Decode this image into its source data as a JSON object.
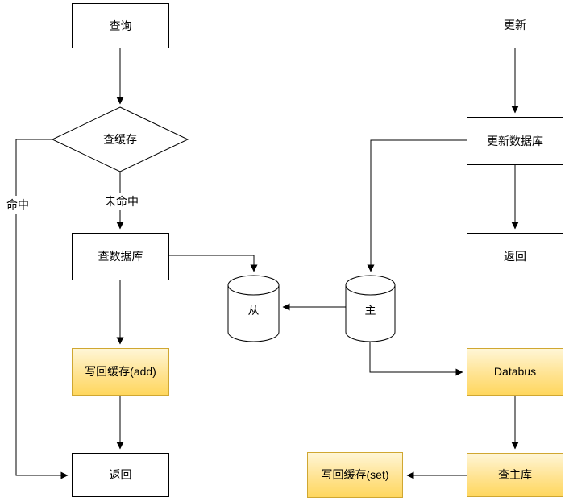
{
  "nodes": {
    "query": {
      "label": "查询"
    },
    "check_cache": {
      "label": "查缓存"
    },
    "query_db": {
      "label": "查数据库"
    },
    "writeback_add": {
      "label": "写回缓存(add)"
    },
    "return_left": {
      "label": "返回"
    },
    "update": {
      "label": "更新"
    },
    "update_db": {
      "label": "更新数据库"
    },
    "return_right": {
      "label": "返回"
    },
    "databus": {
      "label": "Databus"
    },
    "query_master": {
      "label": "查主库"
    },
    "writeback_set": {
      "label": "写回缓存(set)"
    },
    "slave_db": {
      "label": "从"
    },
    "master_db": {
      "label": "主"
    }
  },
  "edge_labels": {
    "hit": "命中",
    "miss": "未命中"
  },
  "colors": {
    "background": "#ffffff",
    "node_fill": "#ffffff",
    "node_border": "#000000",
    "connector": "#000000",
    "highlight_fill_top": "#fff6d6",
    "highlight_fill_bottom": "#ffd75e",
    "highlight_border": "#d0a731",
    "text": "#000000"
  }
}
